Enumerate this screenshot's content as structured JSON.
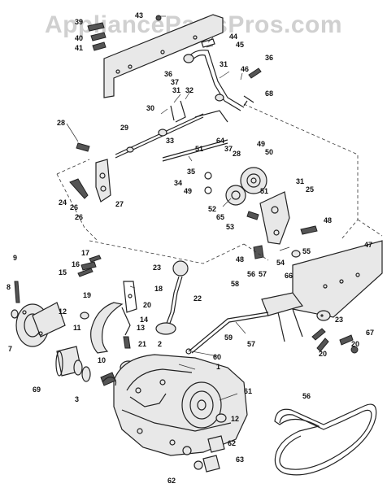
{
  "watermark": "AppliancePartsPros.com",
  "callouts": {
    "c1": "1",
    "c2": "2",
    "c3": "3",
    "c7": "7",
    "c8": "8",
    "c9": "9",
    "c10": "10",
    "c11": "11",
    "c12a": "12",
    "c12b": "12",
    "c13": "13",
    "c14": "14",
    "c15": "15",
    "c16": "16",
    "c17": "17",
    "c18": "18",
    "c19": "19",
    "c20a": "20",
    "c20b": "20",
    "c20c": "20",
    "c21": "21",
    "c22": "22",
    "c23a": "23",
    "c23b": "23",
    "c24": "24",
    "c25": "25",
    "c26a": "26",
    "c26b": "26",
    "c27": "27",
    "c28a": "28",
    "c28b": "28",
    "c29": "29",
    "c30": "30",
    "c31a": "31",
    "c31b": "31",
    "c31c": "31",
    "c32": "32",
    "c33": "33",
    "c34": "34",
    "c35": "35",
    "c36a": "36",
    "c36b": "36",
    "c37a": "37",
    "c37b": "37",
    "c39": "39",
    "c40": "40",
    "c41": "41",
    "c43": "43",
    "c44": "44",
    "c45": "45",
    "c46": "46",
    "c47": "47",
    "c48a": "48",
    "c48b": "48",
    "c49a": "49",
    "c49b": "49",
    "c50": "50",
    "c51a": "51",
    "c51b": "51",
    "c52": "52",
    "c53": "53",
    "c54": "54",
    "c55": "55",
    "c56a": "56",
    "c56b": "56",
    "c57a": "57",
    "c57b": "57",
    "c58": "58",
    "c59": "59",
    "c60": "60",
    "c61": "61",
    "c62a": "62",
    "c62b": "62",
    "c63": "63",
    "c64": "64",
    "c65": "65",
    "c66": "66",
    "c67": "67",
    "c68": "68",
    "c69": "69"
  }
}
